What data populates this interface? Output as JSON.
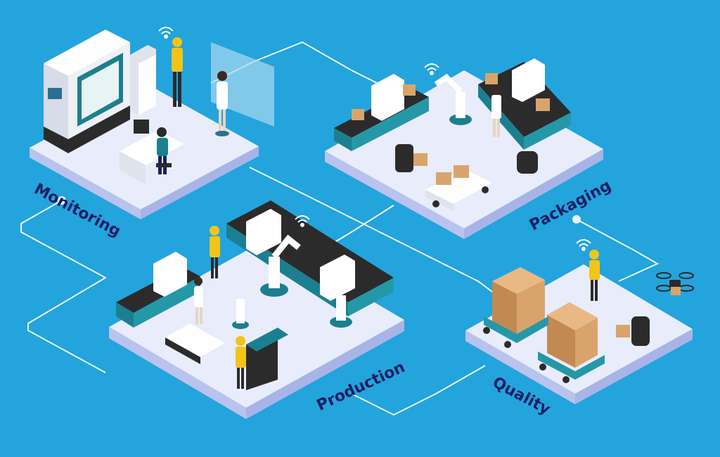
{
  "labels": {
    "monitoring": "Monitoring",
    "packaging": "Packaging",
    "production": "Production",
    "quality": "Quality"
  },
  "colors": {
    "background": "#23a4dd",
    "platform_top": "#e8ecfb",
    "platform_side": "#b9c3ee",
    "label_text": "#1b1f63",
    "connector": "#ffffff",
    "teal": "#1c7f8f",
    "box": "#d9a46b",
    "worker_vest": "#f2c41a"
  },
  "icons": [
    "wifi-icon",
    "drone-icon",
    "robot-arm-icon",
    "conveyor-icon",
    "agv-cart-icon",
    "box-icon",
    "monitor-icon",
    "worker-icon"
  ]
}
